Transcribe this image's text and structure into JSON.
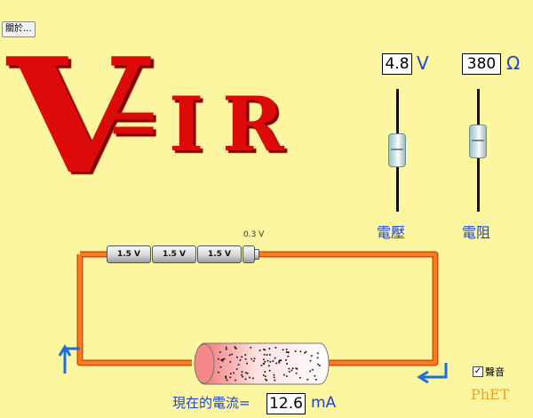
{
  "about_button": "關於...",
  "equation": {
    "v": "V",
    "eq": "=",
    "i": "I",
    "r": "R"
  },
  "voltage": {
    "value": "4.8",
    "unit": "V",
    "label": "電壓",
    "level": 0.5
  },
  "resistance": {
    "value": "380",
    "unit": "Ω",
    "label": "電阻",
    "level": 0.6
  },
  "batteries": [
    {
      "label": "1.5 V"
    },
    {
      "label": "1.5 V"
    },
    {
      "label": "1.5 V"
    }
  ],
  "partial_battery": {
    "label": "0.3 V"
  },
  "current": {
    "label": "現在的電流=",
    "value": "12.6",
    "unit": "mA"
  },
  "sound": {
    "label": "聲音",
    "checked": true
  },
  "logo": "PhET",
  "colors": {
    "background": "#fdf6a0",
    "equation_red": "#dd0a0a",
    "label_blue": "#1d45d8",
    "wire_orange": "#ff7a1a",
    "arrow_blue": "#1d6fd8"
  }
}
